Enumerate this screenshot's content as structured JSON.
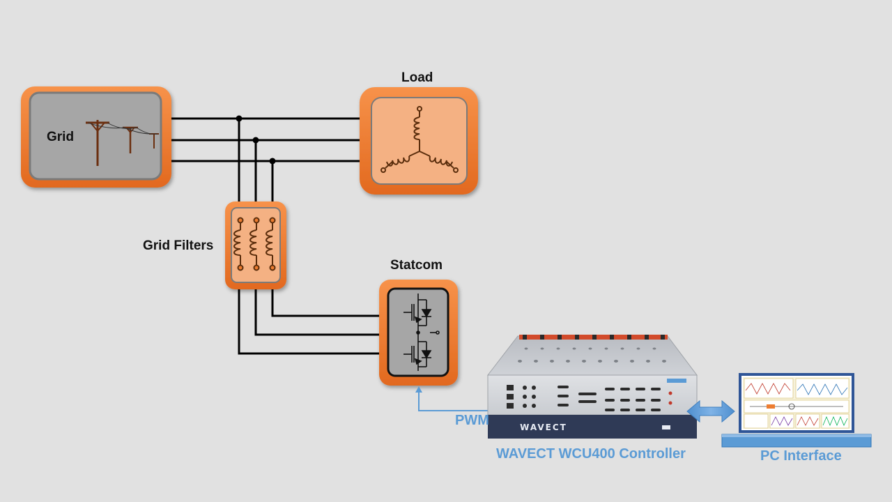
{
  "labels": {
    "grid": "Grid",
    "load": "Load",
    "grid_filters": "Grid Filters",
    "statcom": "Statcom",
    "pwm": "PWM",
    "controller": "WAVECT WCU400 Controller",
    "pc_interface": "PC Interface",
    "controller_brand": "WAVECT"
  },
  "colors": {
    "background": "#e1e1e1",
    "block_orange": "#ed7d31",
    "block_fill_light": "#f4b183",
    "grid_panel": "#a6a6a6",
    "signal_blue": "#5b9bd5",
    "wire": "#000000"
  }
}
